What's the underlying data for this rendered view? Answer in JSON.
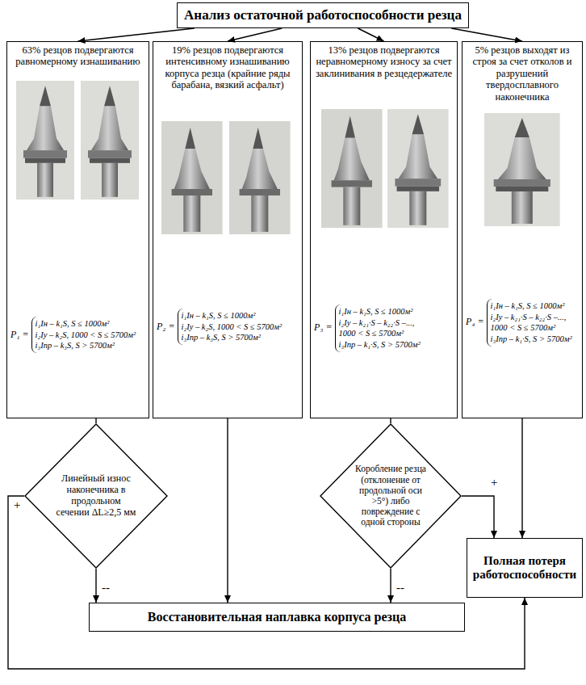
{
  "diagram": {
    "nodes": [
      {
        "text": [
          "Анализ остаточной работоспособности резца"
        ]
      },
      {
        "text": [
          "63% резцов подвергаются равномерному изнашиванию",
          "P₁ =",
          "i₁Iн – k₁S, S ≤ 1000м²",
          "i₂Iу – k₂S, 1000 < S ≤ 5700м²",
          "i₃Iпр – k₃S, S > 5700м²"
        ]
      },
      {
        "text": [
          "19% резцов подвергаются интенсивному изнашиванию корпуса резца (крайние ряды барабана, вязкий асфальт)",
          "P₂ =",
          "i₁Iн – k₁S, S ≤ 1000м²",
          "i₂Iу – k₂S, 1000 < S ≤ 5700м²",
          "i₃Iпр – k₃S, S > 5700м²"
        ]
      },
      {
        "text": [
          "13% резцов подвергаются неравномерному износу за счет заклинивания в резцедержателе",
          "P₃ =",
          "i₁Iн – k₁S, S ≤ 1000м²",
          "i₂Iу – k₂₁·S – k₂₂·S –...,",
          "1000 < S ≤ 5700м²",
          "i₃Iпр – k₁·S, S > 5700м²"
        ]
      },
      {
        "text": [
          "5% резцов выходят из строя за счет отколов и разрушений твердосплавного наконечника",
          "P₄ =",
          "i₁Iн – k₁S, S ≤ 1000м²",
          "i₂Iу – k₂₁·S – k₂₂·S –...,",
          "1000 < S ≤ 5700м²",
          "i₃Iпр – k₁·S, S > 5700м²"
        ]
      },
      {
        "text": [
          "Линейный износ наконечника в продольном сечении ΔL≥2,5 мм"
        ]
      },
      {
        "text": [
          "Коробление резца (отклонение от продольной оси >5°) либо повреждение с одной стороны"
        ]
      },
      {
        "text": [
          "Восстановительная наплавка корпуса резца"
        ]
      },
      {
        "text": [
          "Полная потеря работоспособности"
        ]
      }
    ],
    "edges": [
      {
        "from": 0,
        "to": 1,
        "arrow": "to"
      },
      {
        "from": 0,
        "to": 2,
        "arrow": "to"
      },
      {
        "from": 0,
        "to": 3,
        "arrow": "to"
      },
      {
        "from": 0,
        "to": 4,
        "arrow": "to"
      },
      {
        "from": 1,
        "to": 5,
        "arrow": "none"
      },
      {
        "from": 3,
        "to": 6,
        "arrow": "none"
      },
      {
        "from": 5,
        "to": 7,
        "label": "--",
        "arrow": "to"
      },
      {
        "from": 2,
        "to": 7,
        "arrow": "to"
      },
      {
        "from": 6,
        "to": 7,
        "label": "--",
        "arrow": "to"
      },
      {
        "from": 6,
        "to": 8,
        "label": "+",
        "arrow": "to"
      },
      {
        "from": 4,
        "to": 8,
        "arrow": "to"
      },
      {
        "from": 5,
        "to": 8,
        "label": "+",
        "arrow": "to"
      }
    ]
  }
}
